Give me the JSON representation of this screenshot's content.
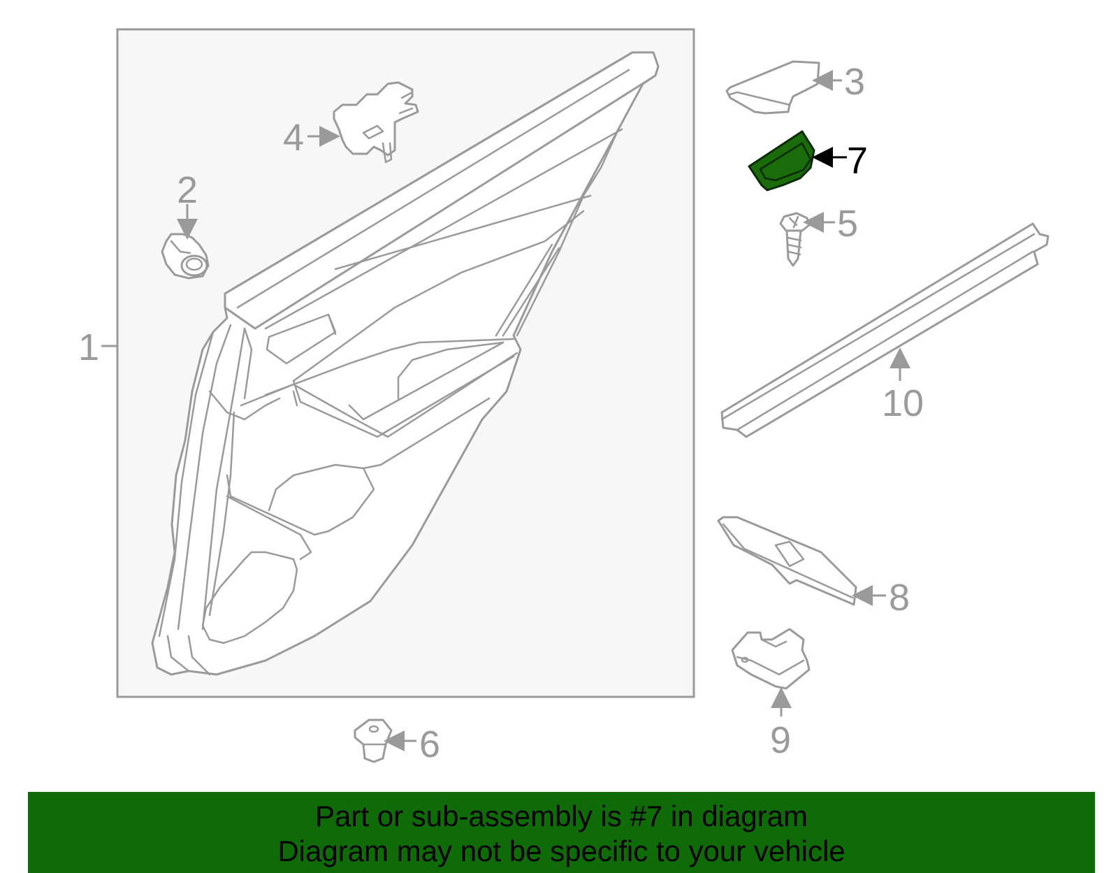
{
  "colors": {
    "highlight": "#1a6b0a",
    "line": "#9a9a9a",
    "panel_bg": "#f7f7f7",
    "banner_bg": "#0f6b08"
  },
  "callouts": [
    {
      "id": "1",
      "label": "1",
      "highlighted": false
    },
    {
      "id": "2",
      "label": "2",
      "highlighted": false
    },
    {
      "id": "3",
      "label": "3",
      "highlighted": false
    },
    {
      "id": "4",
      "label": "4",
      "highlighted": false
    },
    {
      "id": "5",
      "label": "5",
      "highlighted": false
    },
    {
      "id": "6",
      "label": "6",
      "highlighted": false
    },
    {
      "id": "7",
      "label": "7",
      "highlighted": true
    },
    {
      "id": "8",
      "label": "8",
      "highlighted": false
    },
    {
      "id": "9",
      "label": "9",
      "highlighted": false
    },
    {
      "id": "10",
      "label": "10",
      "highlighted": false
    }
  ],
  "banner": {
    "line1": "Part or sub-assembly is #7 in diagram",
    "line2": "Diagram may not be specific to your vehicle"
  }
}
